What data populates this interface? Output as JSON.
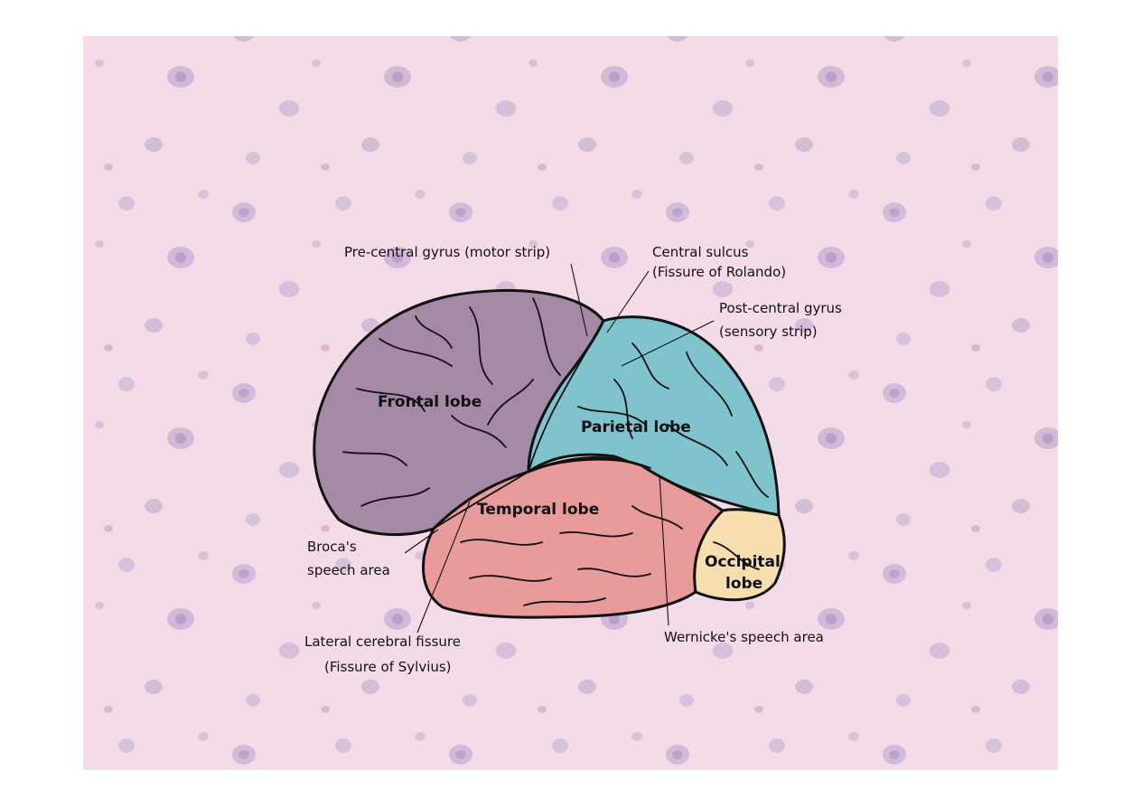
{
  "lobes": {
    "frontal": {
      "label": "Frontal lobe",
      "color": "#a58aa6"
    },
    "parietal": {
      "label": "Parietal lobe",
      "color": "#7fc3cc"
    },
    "temporal": {
      "label": "Temporal lobe",
      "color": "#e99a9a"
    },
    "occipital": {
      "label_line1": "Occipital",
      "label_line2": "lobe",
      "color": "#f6deae"
    }
  },
  "callouts": {
    "precentral": {
      "line1": "Pre-central gyrus (motor strip)"
    },
    "central_sulcus": {
      "line1": "Central sulcus",
      "line2": "(Fissure of Rolando)"
    },
    "postcentral": {
      "line1": "Post-central gyrus",
      "line2": "(sensory strip)"
    },
    "broca": {
      "line1": "Broca's",
      "line2": "speech area"
    },
    "lateral_fissure": {
      "line1": "Lateral cerebral fissure",
      "line2": "(Fissure of Sylvius)"
    },
    "wernicke": {
      "line1": "Wernicke's speech area"
    }
  },
  "background": {
    "base_color": "#f3dbe8",
    "cell_color": "#b8a2c8"
  }
}
